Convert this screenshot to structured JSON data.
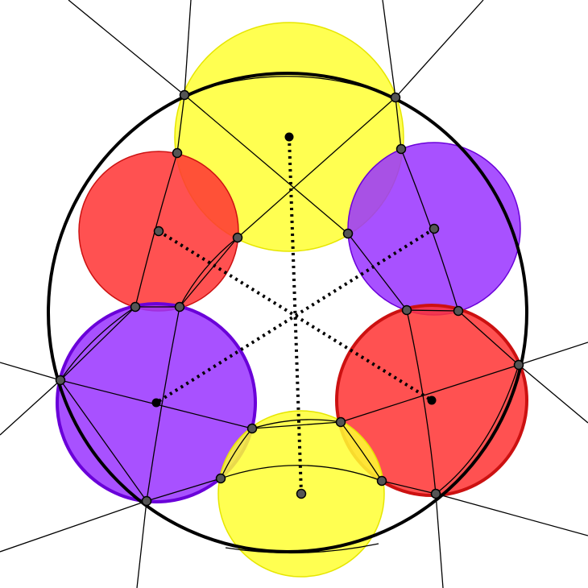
{
  "colors": {
    "yellow": "#ffff33",
    "red": "#ff3333",
    "purple": "#9933ff",
    "outline": "#000000",
    "point": "#555555"
  },
  "circles": [
    {
      "name": "yellow-top",
      "fill": "yellow"
    },
    {
      "name": "red-top-left",
      "fill": "red"
    },
    {
      "name": "purple-top-right",
      "fill": "purple"
    },
    {
      "name": "purple-bottom-left",
      "fill": "purple"
    },
    {
      "name": "red-bottom-right",
      "fill": "red"
    },
    {
      "name": "yellow-bottom",
      "fill": "yellow"
    }
  ]
}
